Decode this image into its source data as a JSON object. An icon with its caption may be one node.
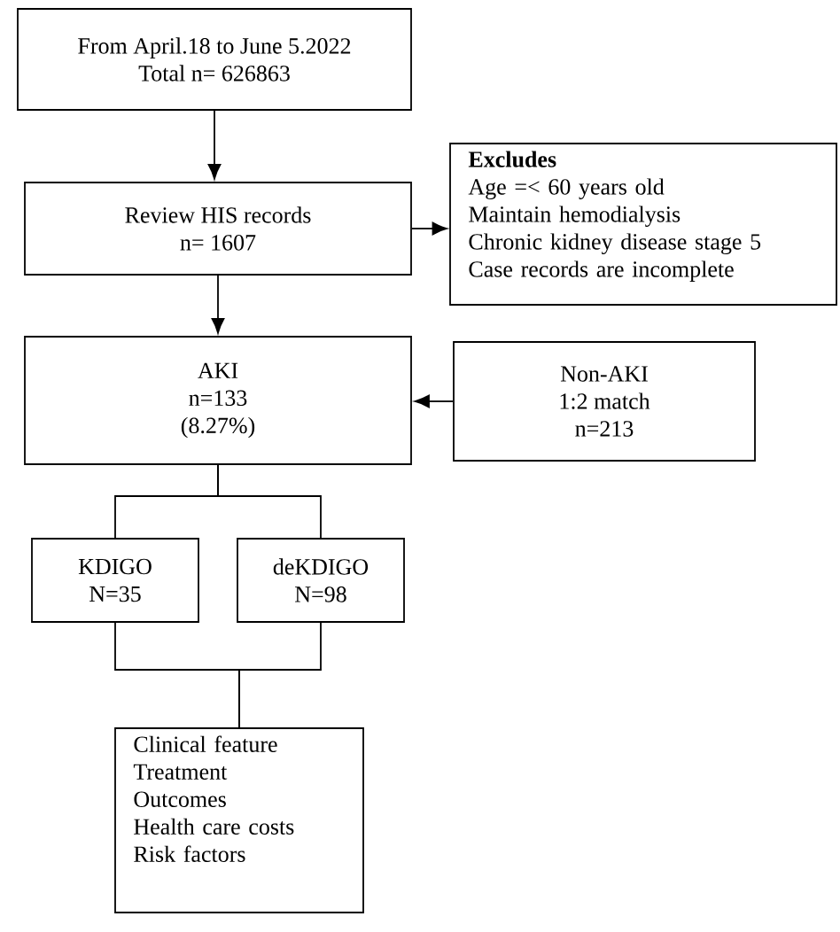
{
  "diagram": {
    "nodes": [
      {
        "text": [
          "From April.18 to June 5.2022",
          "Total n= 626863"
        ]
      },
      {
        "text": [
          "Review HIS records",
          "n= 1607"
        ]
      },
      {
        "text": [
          "Excludes",
          "Age =< 60 years old",
          "Maintain hemodialysis",
          "Chronic kidney disease stage 5",
          "Case records are incomplete"
        ]
      },
      {
        "text": [
          "AKI",
          "n=133",
          "(8.27%)"
        ]
      },
      {
        "text": [
          "Non-AKI",
          "1:2 match",
          "n=213"
        ]
      },
      {
        "text": [
          "KDIGO",
          "N=35"
        ]
      },
      {
        "text": [
          "deKDIGO",
          "N=98"
        ]
      },
      {
        "text": [
          "Clinical feature",
          "Treatment",
          "Outcomes",
          "Health care costs",
          "Risk factors"
        ]
      }
    ],
    "edges": [
      {
        "from": 0,
        "to": 1,
        "arrow": "to"
      },
      {
        "from": 1,
        "to": 2,
        "arrow": "to"
      },
      {
        "from": 1,
        "to": 3,
        "arrow": "to"
      },
      {
        "from": 4,
        "to": 3,
        "arrow": "to"
      },
      {
        "from": 3,
        "to": 5,
        "arrow": "none"
      },
      {
        "from": 3,
        "to": 6,
        "arrow": "none"
      },
      {
        "from": 5,
        "to": 7,
        "arrow": "none"
      },
      {
        "from": 6,
        "to": 7,
        "arrow": "none"
      }
    ]
  }
}
